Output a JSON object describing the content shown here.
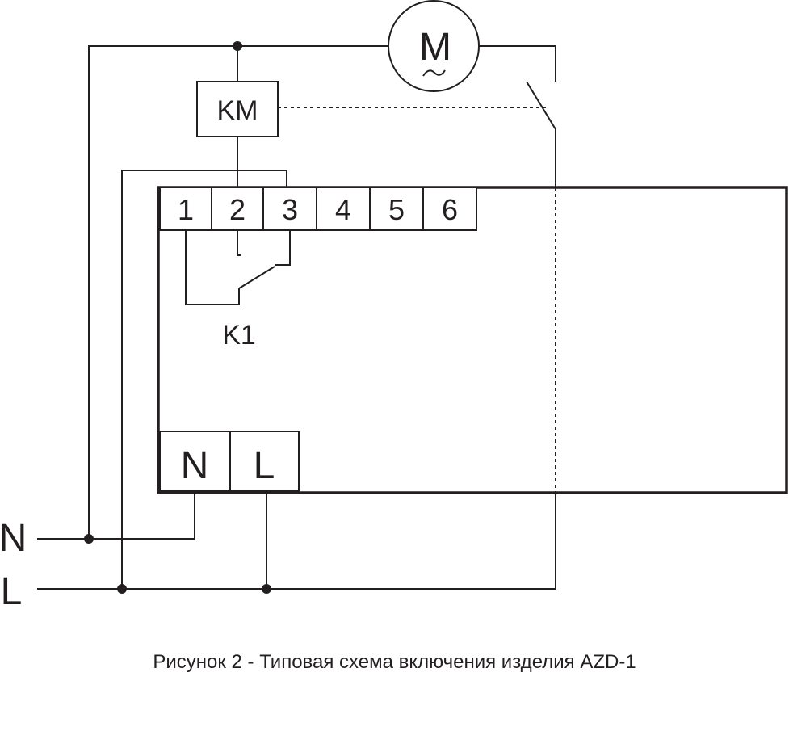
{
  "diagram": {
    "terminals_top": [
      "1",
      "2",
      "3",
      "4",
      "5",
      "6"
    ],
    "terminals_power": [
      "N",
      "L"
    ],
    "contactor_label": "KM",
    "motor_label": "M",
    "motor_symbol": "~",
    "relay_label": "K1",
    "line_labels": {
      "neutral": "N",
      "phase": "L"
    }
  },
  "caption": "Рисунок 2 - Типовая схема включения изделия AZD-1"
}
